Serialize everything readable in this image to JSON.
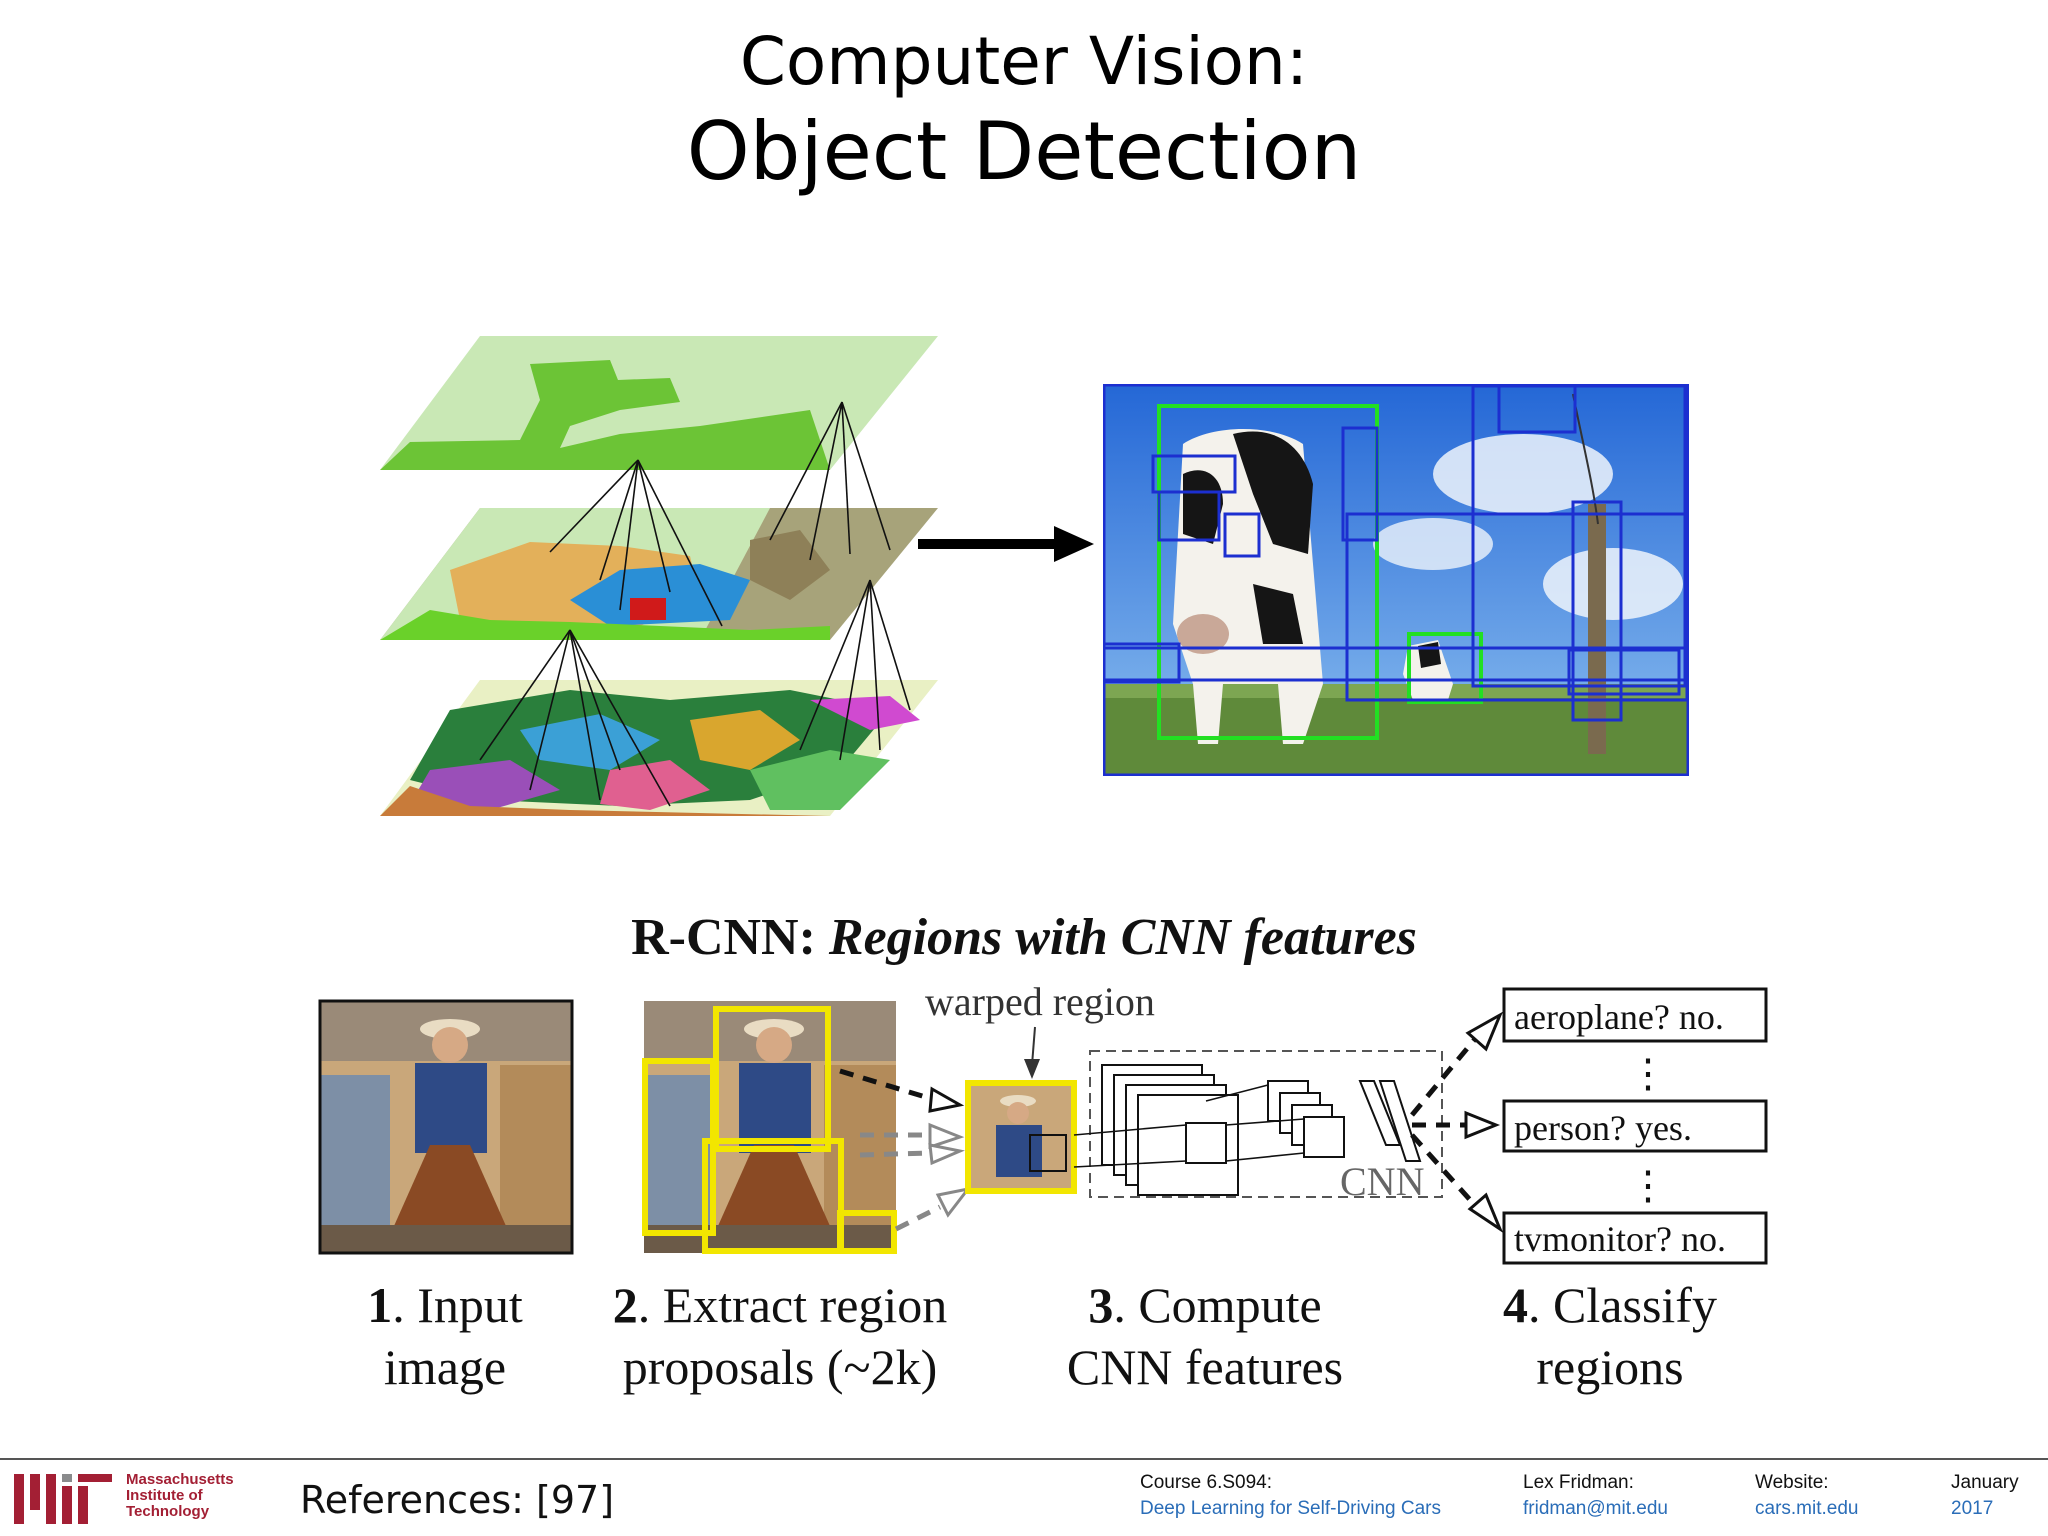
{
  "slide": {
    "title_line1": "Computer Vision:",
    "title_line2": "Object Detection"
  },
  "rcnn": {
    "heading_plain": "R-CNN:",
    "heading_italic": "Regions with CNN features",
    "warped_label": "warped region",
    "cnn_label": "CNN",
    "outputs": [
      "aeroplane? no.",
      "person? yes.",
      "tvmonitor? no."
    ],
    "vdots": "⋮",
    "steps": [
      {
        "num": "1",
        "line1": ". Input",
        "line2": "image"
      },
      {
        "num": "2",
        "line1": ". Extract region",
        "line2": "proposals (~2k)"
      },
      {
        "num": "3",
        "line1": ". Compute",
        "line2": "CNN features"
      },
      {
        "num": "4",
        "line1": ". Classify",
        "line2": "regions"
      }
    ]
  },
  "footer": {
    "mit_name": [
      "Massachusetts",
      "Institute of",
      "Technology"
    ],
    "references": "References: [97]",
    "course_label": "Course 6.S094:",
    "course_value": "Deep Learning for Self-Driving Cars",
    "author_label": "Lex Fridman:",
    "author_value": "fridman@mit.edu",
    "website_label": "Website:",
    "website_value": "cars.mit.edu",
    "date_label": "January",
    "date_value": "2017"
  },
  "colors": {
    "mit_red": "#a31f34",
    "link_blue": "#2a6db8",
    "proposal_yellow": "#f2e600",
    "detect_green": "#22e022",
    "detect_blue": "#1c2fd0"
  }
}
